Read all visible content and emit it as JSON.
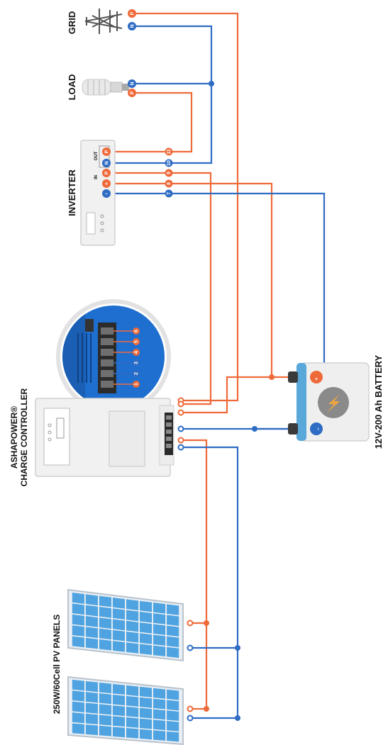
{
  "labels": {
    "grid": "GRID",
    "load": "LOAD",
    "inverter": "INVERTER",
    "inverter_out": "OUT",
    "inverter_in": "IN",
    "controller_line1": "ASHAPOWER®",
    "controller_line2": "CHARGE CONTROLLER",
    "battery": "12V-200 Ah BATTERY",
    "pv": "250W/60Cell PV PANELS"
  },
  "terminals": {
    "grid": [
      "P",
      "N"
    ],
    "load": [
      "N",
      "P"
    ],
    "inverter": [
      "P",
      "N",
      "P",
      "+",
      "–"
    ],
    "inverter_nums": [
      "11",
      "10",
      "9",
      "8",
      "7"
    ],
    "zoom_nums": [
      "6",
      "5",
      "4",
      "3",
      "2",
      "1"
    ],
    "battery": [
      "+",
      "–"
    ]
  },
  "colors": {
    "positive": "#ef6a3a",
    "negative": "#2f6cc4",
    "device_fill": "#f1f1f1",
    "device_stroke": "#cfcfcf",
    "panel_cell": "#4fa3e0",
    "battery_body": "#efefef",
    "battery_side": "#5aa7da"
  },
  "icons": {
    "grid": "transmission-tower-icon",
    "load": "light-bulb-icon",
    "battery_badge": "lightning-bolt-icon"
  }
}
